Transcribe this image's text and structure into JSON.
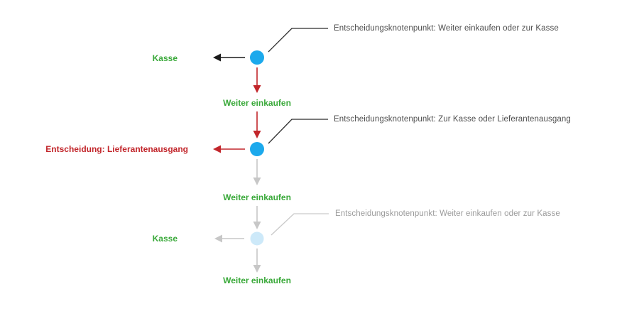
{
  "diagram": {
    "nodes": [
      {
        "state": "active",
        "annotation": "Entscheidungsknotenpunkt: Weiter einkaufen oder zur Kasse",
        "left_label": "Kasse",
        "down_label": "Weiter einkaufen"
      },
      {
        "state": "active",
        "annotation": "Entscheidungsknotenpunkt: Zur Kasse oder Lieferantenausgang",
        "left_label": "Entscheidung: Lieferantenausgang",
        "down_label": "Weiter einkaufen"
      },
      {
        "state": "inactive",
        "annotation": "Entscheidungsknotenpunkt: Weiter einkaufen oder zur Kasse",
        "left_label": "Kasse",
        "down_label": "Weiter einkaufen"
      }
    ],
    "colors": {
      "node_active": "#1CA9EC",
      "node_inactive": "#CDE9F9",
      "label_green": "#3AA93A",
      "decision_red": "#C2262B",
      "arrow_black": "#1A1A1A",
      "arrow_gray": "#C7C7C7",
      "annotation_text_dark": "#4D4D4D",
      "annotation_text_gray": "#9B9B9B"
    }
  }
}
